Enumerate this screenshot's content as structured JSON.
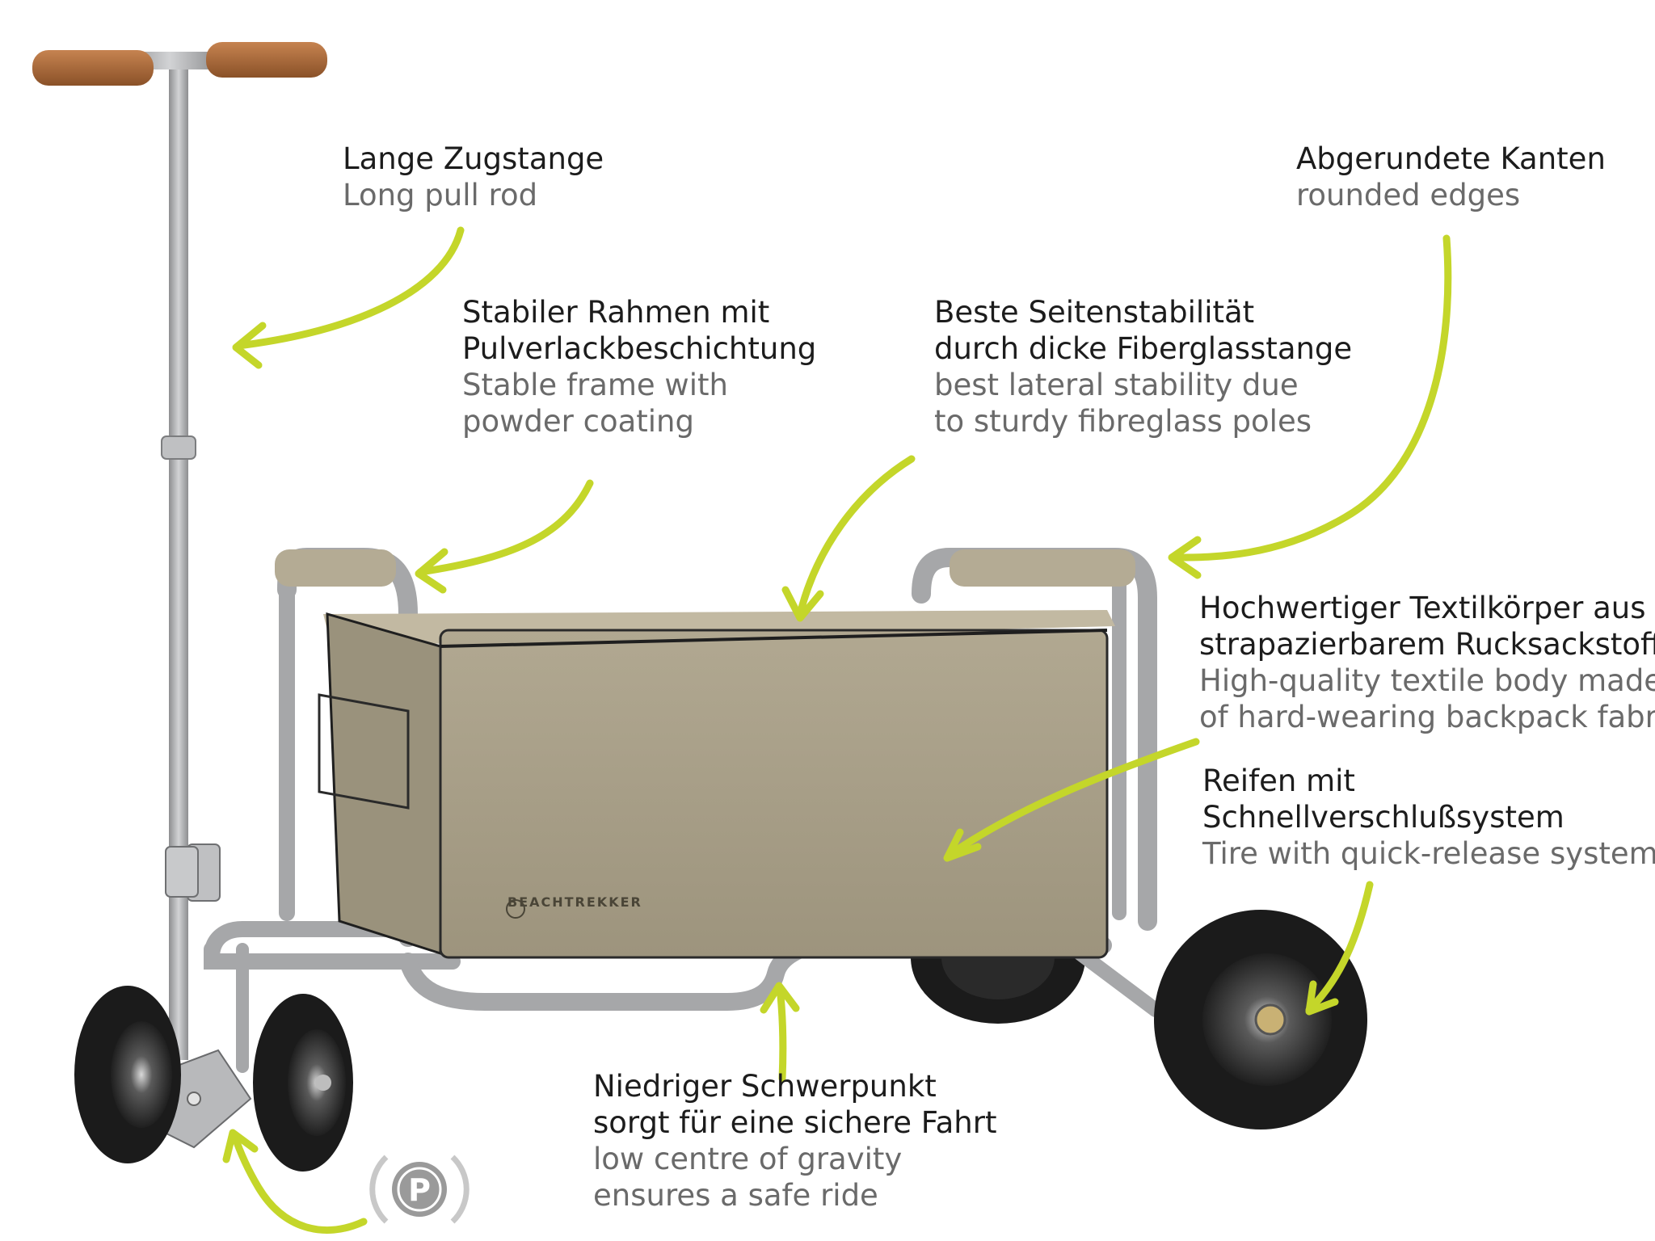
{
  "brand": "BEACHTREKKER",
  "colors": {
    "arrow": "#c4d62a",
    "fabric": "#a9a089",
    "fabric_dark": "#8f8672",
    "frame": "#a6a7a9",
    "tire": "#1a1a1a",
    "handle": "#a9683a",
    "text_de": "#1c1c1c",
    "text_en": "#6a6a6a"
  },
  "icons": [
    "parking-brake-icon"
  ],
  "parking_symbol": "P",
  "features": {
    "pull_rod": {
      "de": "Lange Zugstange",
      "en": "Long pull rod"
    },
    "rounded_edges": {
      "de": "Abgerundete Kanten",
      "en": "rounded edges"
    },
    "frame": {
      "de": [
        "Stabiler Rahmen mit",
        "Pulverlackbeschichtung"
      ],
      "en": [
        "Stable frame with",
        "powder coating"
      ]
    },
    "lateral_stability": {
      "de": [
        "Beste Seitenstabilität",
        "durch dicke Fiberglasstange"
      ],
      "en": [
        "best lateral stability due",
        "to sturdy fibreglass poles"
      ]
    },
    "textile_body": {
      "de": [
        "Hochwertiger Textilkörper aus",
        "strapazierbarem Rucksackstoff"
      ],
      "en": [
        "High-quality textile body made",
        "of hard-wearing backpack fabric"
      ]
    },
    "tires": {
      "de": [
        "Reifen mit",
        "Schnellverschlußsystem"
      ],
      "en": [
        "Tire with quick-release system"
      ]
    },
    "low_gravity": {
      "de": [
        "Niedriger Schwerpunkt",
        "sorgt für eine sichere Fahrt"
      ],
      "en": [
        "low centre of gravity",
        "ensures a safe ride"
      ]
    }
  }
}
